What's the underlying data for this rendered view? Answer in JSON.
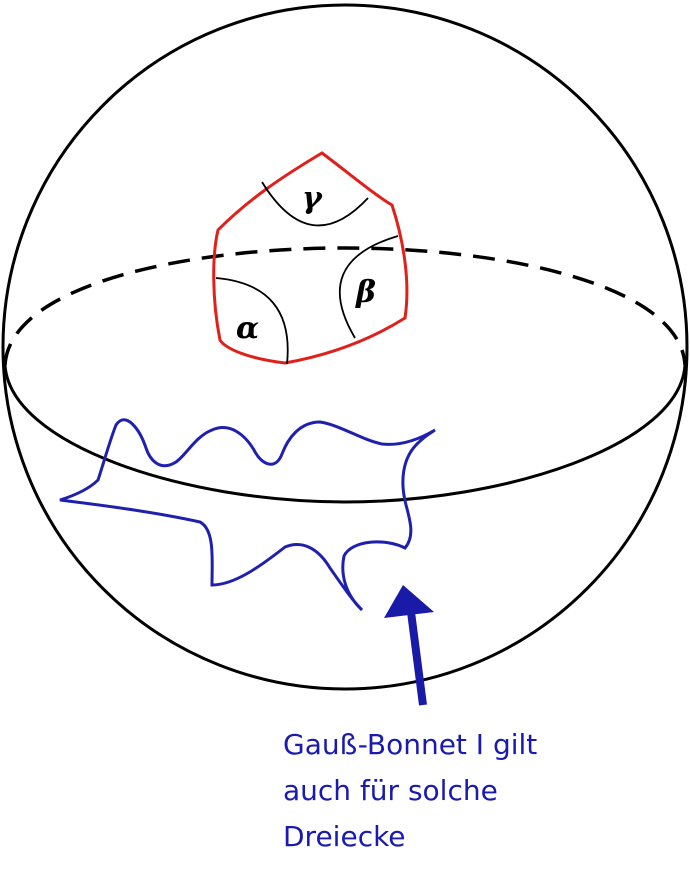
{
  "labels": {
    "alpha": "α",
    "beta": "β",
    "gamma": "γ"
  },
  "caption": {
    "line1": "Gauß-Bonnet I gilt",
    "line2": "auch für solche",
    "line3": "Dreiecke"
  },
  "colors": {
    "sphere": "#000000",
    "triangle": "#e0201a",
    "wavy_triangle": "#2020b0",
    "arrow": "#1a1aa8",
    "caption": "#1a1ab0"
  }
}
